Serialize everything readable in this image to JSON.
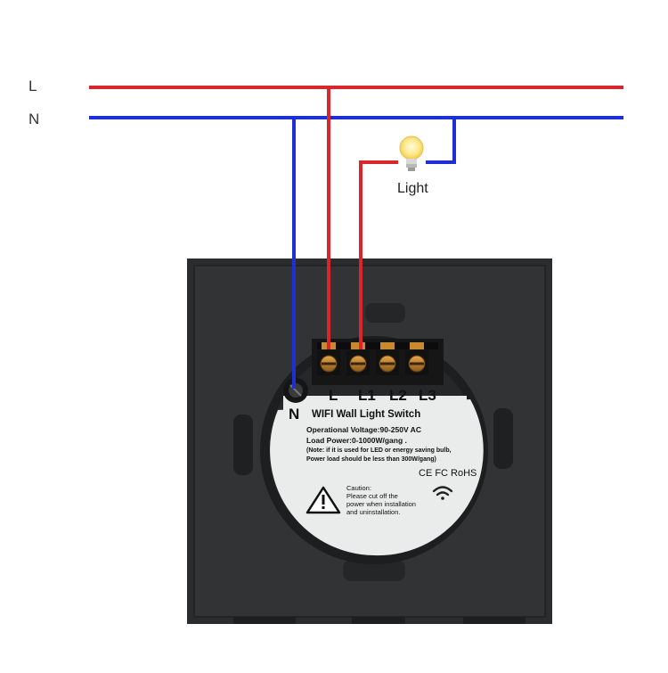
{
  "wires": {
    "line_label": "L",
    "neutral_label": "N",
    "line_color": "#d9252c",
    "neutral_color": "#1f2fd6"
  },
  "lamp": {
    "label": "Light",
    "icon": "light-bulb-icon"
  },
  "switch": {
    "terminals": [
      "L",
      "L1",
      "L2",
      "L3"
    ],
    "neutral_terminal": "N",
    "panel_color": "#2e2f31",
    "label_color": "#e9ecea",
    "sticker": {
      "title": "WIFI Wall Light Switch",
      "voltage": "Operational Voltage:90-250V AC",
      "load": "Load Power:0-1000W/gang .",
      "note_line1": "(Note: if it is used for LED or energy saving bulb,",
      "note_line2": "Power load should be less than 300W/gang)",
      "certs": "CE FC RoHS",
      "caution_title": "Caution:",
      "caution_line1": "Please cut off the",
      "caution_line2": "power when installation",
      "caution_line3": "and uninstallation.",
      "warning_icon": "warning-triangle-icon",
      "wifi_icon": "wifi-icon"
    }
  }
}
